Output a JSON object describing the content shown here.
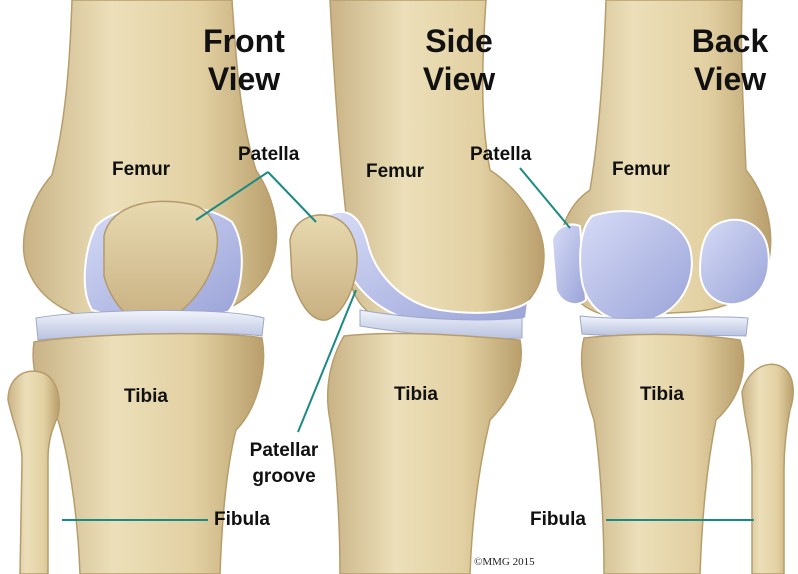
{
  "views": [
    {
      "title": "Front View",
      "title_line1": "Front",
      "title_line2": "View"
    },
    {
      "title": "Side View",
      "title_line1": "Side",
      "title_line2": "View"
    },
    {
      "title": "Back View",
      "title_line1": "Back",
      "title_line2": "View"
    }
  ],
  "labels": {
    "front_femur": "Femur",
    "front_patella": "Patella",
    "front_tibia": "Tibia",
    "front_fibula": "Fibula",
    "side_femur": "Femur",
    "side_tibia": "Tibia",
    "patellar_groove_line1": "Patellar",
    "patellar_groove_line2": "groove",
    "back_patella": "Patella",
    "back_femur": "Femur",
    "back_tibia": "Tibia",
    "back_fibula": "Fibula"
  },
  "copyright": "©MMG 2015",
  "colors": {
    "bone": "#e3d3a6",
    "bone_shadow": "#bfa878",
    "cartilage": "#c4cbef",
    "meniscus": "#dfe5f4",
    "leader_line": "#1a8a84"
  }
}
